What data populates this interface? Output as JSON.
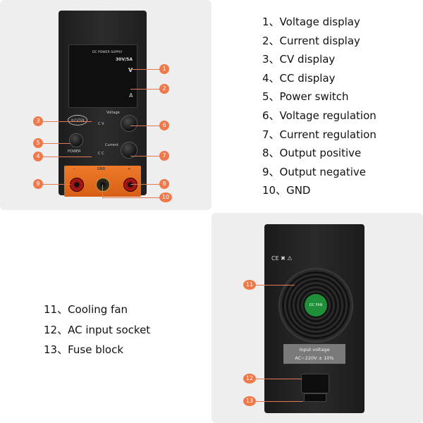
{
  "front": {
    "lcd_title": "DC POWER SUPPLY",
    "lcd_rating": "30V/5A",
    "lcd_volt_unit": "V",
    "lcd_amp_unit": "A",
    "brand": "AUTUTEN",
    "label_voltage": "Voltage",
    "label_cv": "C V",
    "label_current": "Current",
    "label_cc": "C C",
    "label_power": "POWER",
    "label_gnd": "GND",
    "label_minus": "-",
    "label_plus": "+",
    "callouts": [
      "1",
      "2",
      "3",
      "4",
      "5",
      "6",
      "7",
      "8",
      "9",
      "10"
    ]
  },
  "back": {
    "fan_label": "DC\nFAN",
    "sticker_line1": "Input voltage",
    "sticker_line2": "AC~220V ± 10%",
    "callouts": [
      "11",
      "12",
      "13"
    ]
  },
  "legend_front": [
    "1、Voltage display",
    "2、Current display",
    "3、CV display",
    "4、CC display",
    "5、Power switch",
    "6、Voltage regulation",
    "7、Current regulation",
    "8、Output positive",
    "9、Output negative",
    "10、GND"
  ],
  "legend_back": [
    "11、Cooling fan",
    "12、AC input socket",
    "13、Fuse block"
  ],
  "colors": {
    "accent": "#ee7a4c",
    "panel": "#efeeee",
    "front_orange": "#e66f21"
  }
}
